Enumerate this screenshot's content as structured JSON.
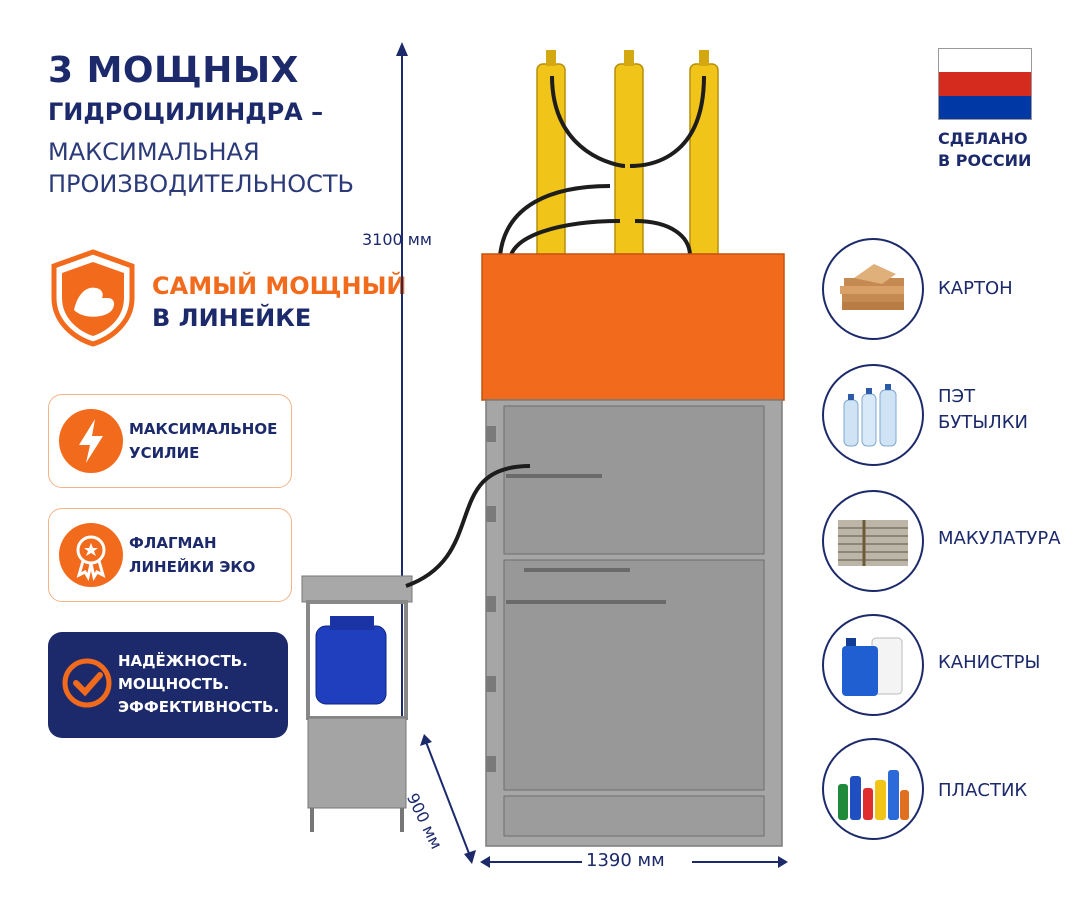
{
  "headline": {
    "line1": "3 МОЩНЫХ",
    "line2": "ГИДРОЦИЛИНДРА –",
    "line3": "МАКСИМАЛЬНАЯ",
    "line4": "ПРОИЗВОДИТЕЛЬНОСТЬ"
  },
  "badge": {
    "line1": "САМЫЙ МОЩНЫЙ",
    "line2": "В ЛИНЕЙКЕ",
    "icon": "muscle-shield-icon"
  },
  "cards": [
    {
      "line1": "МАКСИМАЛЬНОЕ",
      "line2": "УСИЛИЕ",
      "icon": "lightning-icon"
    },
    {
      "line1": "ФЛАГМАН",
      "line2": "ЛИНЕЙКИ ЭКО",
      "icon": "award-medal-icon"
    }
  ],
  "highlight": {
    "line1": "НАДЁЖНОСТЬ.",
    "line2": "МОЩНОСТЬ.",
    "line3": "ЭФФЕКТИВНОСТЬ.",
    "icon": "check-circle-icon"
  },
  "made_in": {
    "line1": "СДЕЛАНО",
    "line2": "В РОССИИ",
    "flag_colors": [
      "#ffffff",
      "#d52b1e",
      "#0039a6"
    ]
  },
  "materials": [
    {
      "label": "КАРТОН",
      "icon": "cardboard-icon"
    },
    {
      "label": "ПЭТ",
      "label2": "БУТЫЛКИ",
      "icon": "pet-bottles-icon"
    },
    {
      "label": "МАКУЛАТУРА",
      "icon": "waste-paper-icon"
    },
    {
      "label": "КАНИСТРЫ",
      "icon": "canisters-icon"
    },
    {
      "label": "ПЛАСТИК",
      "icon": "plastic-icon"
    }
  ],
  "dimensions": {
    "height": "3100 мм",
    "width": "1390 мм",
    "depth": "900 мм"
  },
  "colors": {
    "navy": "#1c2a6b",
    "orange": "#f26a1b",
    "cylinder": "#f0c419",
    "press_top": "#f26a1b",
    "body": "#a6a6a6"
  }
}
